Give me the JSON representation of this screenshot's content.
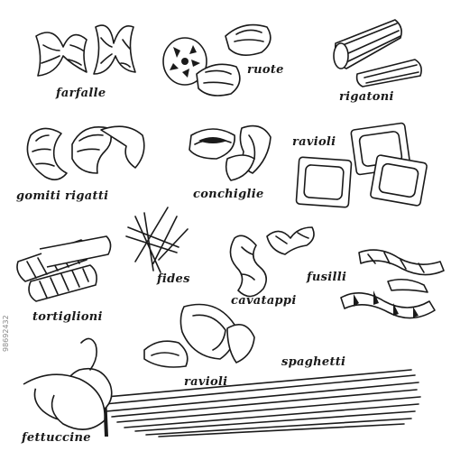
{
  "labels": {
    "farfalle": "farfalle",
    "ruote": "ruote",
    "rigatoni": "rigatoni",
    "gomiti_rigatti": "gomiti rigatti",
    "conchiglie": "conchiglie",
    "ravioli_top": "ravioli",
    "fides": "fides",
    "tortiglioni": "tortiglioni",
    "cavatappi": "cavatappi",
    "fusilli": "fusilli",
    "ravioli_bottom": "ravioli",
    "spaghetti": "spaghetti",
    "fettuccine": "fettuccine"
  },
  "stock_id": "98692432",
  "colors": {
    "ink": "#1a1a1a",
    "background": "#ffffff",
    "stock_id": "#8a8a8a"
  }
}
